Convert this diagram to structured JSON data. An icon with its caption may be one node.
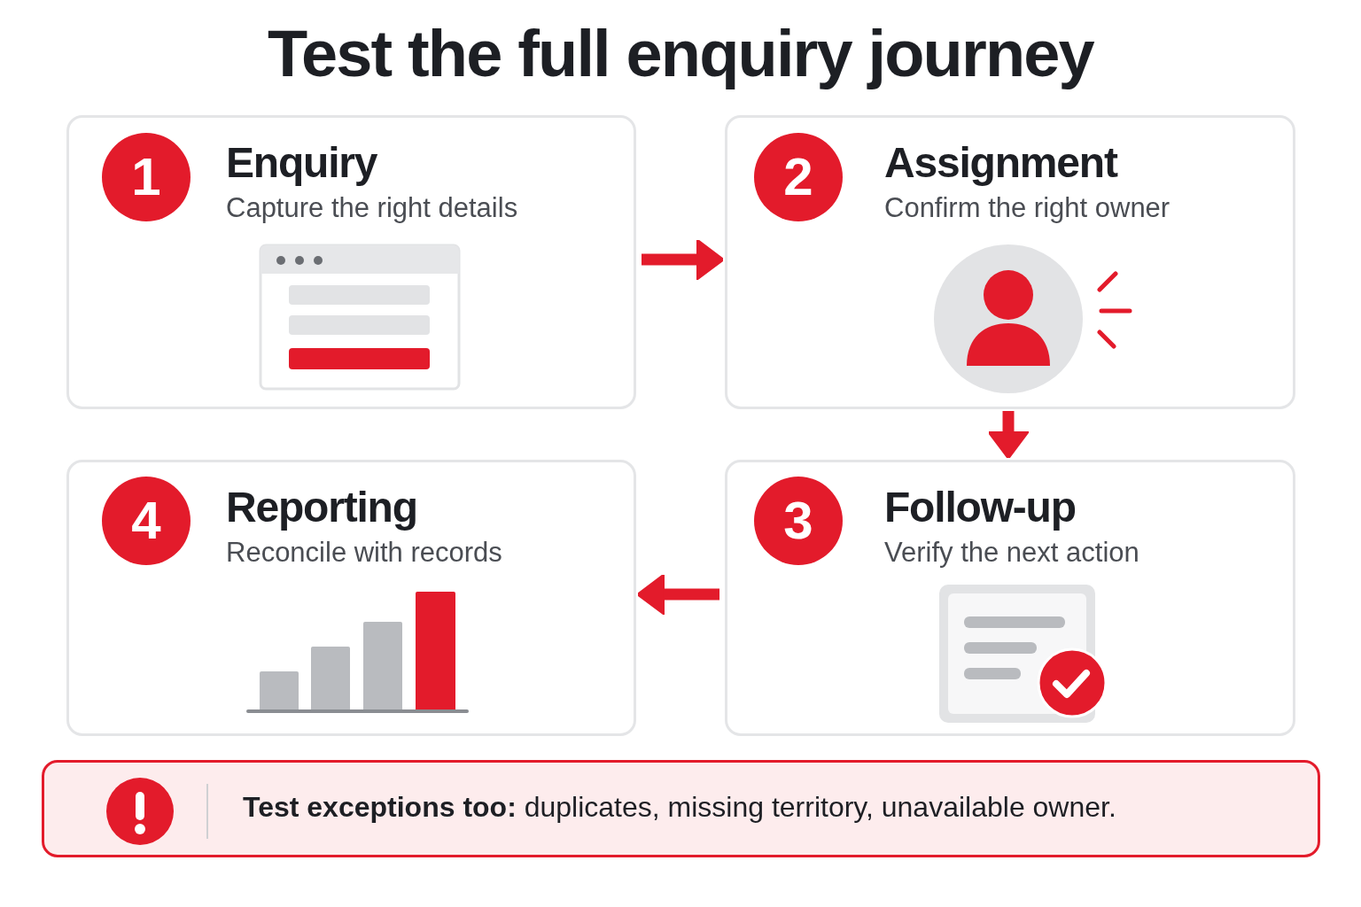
{
  "diagram": {
    "title": "Test the full enquiry journey",
    "nodes": [
      {
        "text": [
          "Enquiry",
          "Capture the right details"
        ]
      },
      {
        "text": [
          "1"
        ],
        "in": 0
      },
      {
        "text": [
          "Assignment",
          "Confirm the right owner"
        ]
      },
      {
        "text": [
          "2"
        ],
        "in": 2
      },
      {
        "text": [
          "Reporting",
          "Reconcile with records"
        ]
      },
      {
        "text": [
          "4"
        ],
        "in": 4
      },
      {
        "text": [
          "Follow-up",
          "Verify the next action"
        ]
      },
      {
        "text": [
          "3"
        ],
        "in": 6
      },
      {
        "text": [
          "**Test exceptions too:** duplicates, missing territory, unavailable owner."
        ]
      }
    ],
    "edges": [
      {
        "from": 0,
        "to": 2,
        "arrow": "to"
      },
      {
        "from": 2,
        "to": 6,
        "arrow": "to"
      },
      {
        "from": 6,
        "to": 4,
        "arrow": "to"
      }
    ]
  }
}
